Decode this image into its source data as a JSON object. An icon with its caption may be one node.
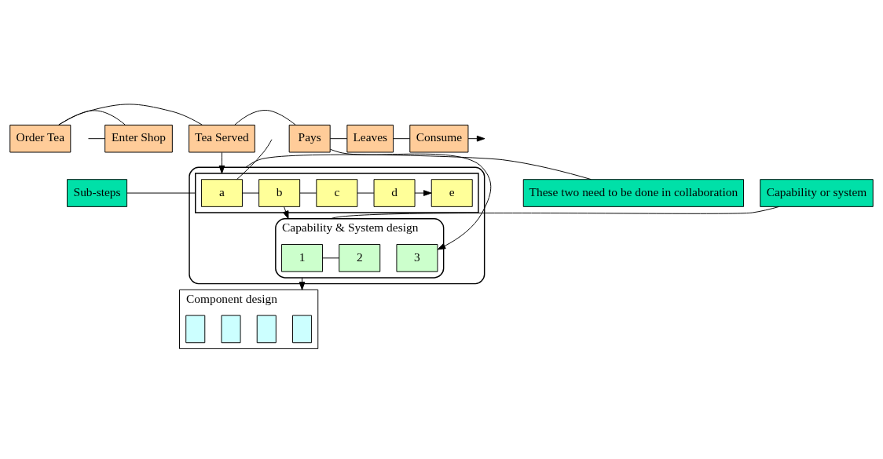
{
  "diagram": {
    "nodes": [
      {
        "text": [
          "Enter Shop"
        ]
      },
      {
        "text": [
          "Order Tea"
        ]
      },
      {
        "text": [
          "Tea Served"
        ]
      },
      {
        "text": [
          "Pays"
        ]
      },
      {
        "text": [
          "Leaves"
        ]
      },
      {
        "text": [
          "Consume"
        ]
      },
      {
        "text": [],
        "shape": "ellipse"
      },
      {
        "text": [],
        "shape": "box",
        "in": 6
      },
      {
        "text": [
          "a"
        ],
        "in": 7
      },
      {
        "text": [
          "b"
        ],
        "in": 7
      },
      {
        "text": [
          "c"
        ],
        "in": 7
      },
      {
        "text": [
          "d"
        ],
        "in": 7
      },
      {
        "text": [
          "e"
        ],
        "in": 7
      },
      {
        "text": [
          "Capability & System design"
        ],
        "in": 6
      },
      {
        "text": [
          "1"
        ],
        "in": 13
      },
      {
        "text": [
          "2"
        ],
        "in": 13
      },
      {
        "text": [
          "3"
        ],
        "in": 13
      },
      {
        "text": [
          "Component design"
        ]
      },
      {
        "text": [],
        "shape": "box",
        "in": 17
      },
      {
        "text": [],
        "shape": "box",
        "in": 17
      },
      {
        "text": [],
        "shape": "box",
        "in": 17
      },
      {
        "text": [],
        "shape": "box",
        "in": 17
      },
      {
        "text": [
          "Sub-steps"
        ]
      },
      {
        "text": [
          "These two need to be done in collaboration"
        ]
      },
      {
        "text": [
          "Capability or system"
        ]
      }
    ],
    "edges": [
      {
        "from": null,
        "to": 0,
        "arrow": "none"
      },
      {
        "from": 0,
        "to": 1,
        "arrow": "none"
      },
      {
        "from": 1,
        "to": 2,
        "arrow": "none"
      },
      {
        "from": 2,
        "to": 3,
        "arrow": "none"
      },
      {
        "from": 3,
        "to": 4,
        "arrow": "none"
      },
      {
        "from": 4,
        "to": 5,
        "arrow": "none"
      },
      {
        "from": 5,
        "to": null,
        "arrow": "to"
      },
      {
        "from": 2,
        "to": 7,
        "arrow": "to"
      },
      {
        "from": 3,
        "to": 16,
        "arrow": "to"
      },
      {
        "from": null,
        "to": 8,
        "arrow": "none"
      },
      {
        "from": 8,
        "to": 9,
        "arrow": "none"
      },
      {
        "from": 9,
        "to": 10,
        "arrow": "none"
      },
      {
        "from": 10,
        "to": 11,
        "arrow": "none"
      },
      {
        "from": 11,
        "to": 12,
        "arrow": "to"
      },
      {
        "from": 9,
        "to": 13,
        "arrow": "to"
      },
      {
        "from": 14,
        "to": 15,
        "arrow": "none"
      },
      {
        "from": 13,
        "to": 17,
        "arrow": "to"
      },
      {
        "from": 22,
        "to": 7,
        "arrow": "none"
      },
      {
        "from": 23,
        "to": 6,
        "arrow": "none"
      },
      {
        "from": 24,
        "to": 13,
        "arrow": "none"
      }
    ]
  }
}
